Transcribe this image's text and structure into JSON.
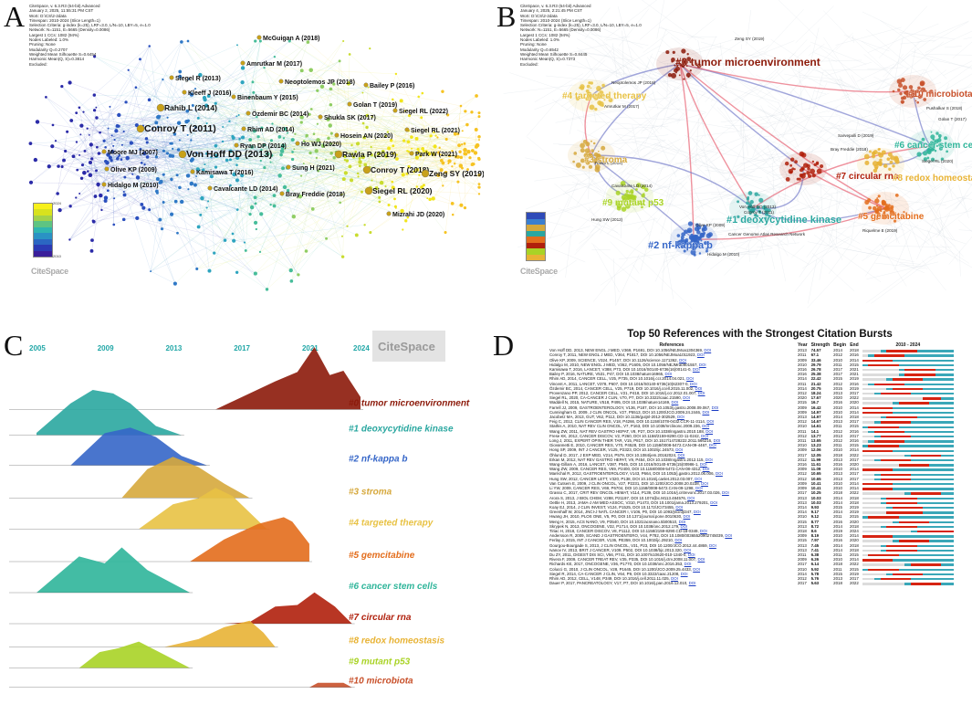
{
  "panels": {
    "a": {
      "label": "A"
    },
    "b": {
      "label": "B"
    },
    "c": {
      "label": "C"
    },
    "d": {
      "label": "D"
    }
  },
  "a_meta": [
    "CiteSpace, v. 6.3.R3 (64-bit) Advanced",
    "January 2, 2025, 11:55:31 PM CST",
    "WoS: D:\\CS\\2-2data",
    "Timespan: 2010-2024 (Slice Length=1)",
    "Selection Criteria: g-index (k=25), LRF=3.0, L/N=10, LBY=5, e=1.0",
    "Network: N=1151, E=5665 (Density=0.0086)",
    "Largest 1 CCs: 1082 (94%)",
    "Nodes Labeled: 1.0%",
    "Pruning: None",
    "Modularity Q=0.2707",
    "Weighted Mean Silhouette S=0.6454",
    "Harmonic Mean(Q, S)=0.3814",
    "Excluded:"
  ],
  "b_meta": [
    "CiteSpace, v. 6.3.R3 (64-bit) Advanced",
    "January 4, 2025, 2:21:45 PM CST",
    "WoS: D:\\CS\\2-2data",
    "Timespan: 2010-2024 (Slice Length=1)",
    "Selection Criteria: g-index (k=25), LRF=3.0, L/N=10, LBY=5, e=1.0",
    "Network: N=1151, E=5665 (Density=0.0086)",
    "Largest 1 CCs: 1082 (94%)",
    "Nodes Labeled: 1.0%",
    "Pruning: None",
    "Modularity Q=0.6542",
    "Weighted Mean Silhouette S=0.8445",
    "Harmonic Mean(Q, S)=0.7373",
    "Excluded:"
  ],
  "a_nodes": [
    {
      "label": "McGuigan A (2018)"
    },
    {
      "label": "Amrutkar M (2017)"
    },
    {
      "label": "Siegel R (2013)"
    },
    {
      "label": "Neoptolemos JP (2018)"
    },
    {
      "label": "Bailey P (2016)"
    },
    {
      "label": "Kleeff J (2016)"
    },
    {
      "label": "Binenbaum Y (2015)"
    },
    {
      "label": "Rahib L (2014)"
    },
    {
      "label": "Özdemir BC (2014)"
    },
    {
      "label": "Golan T (2019)"
    },
    {
      "label": "Siegel RL (2022)"
    },
    {
      "label": "Shukla SK (2017)"
    },
    {
      "label": "Rhim AD (2014)"
    },
    {
      "label": "Hosein AN (2020)"
    },
    {
      "label": "Siegel RL (2021)"
    },
    {
      "label": "Conroy T (2011)"
    },
    {
      "label": "Ryan DP (2014)"
    },
    {
      "label": "Ho WJ (2020)"
    },
    {
      "label": "Von Hoff DD (2013)"
    },
    {
      "label": "Moore MJ (2007)"
    },
    {
      "label": "Rawla P (2019)"
    },
    {
      "label": "Park W (2021)"
    },
    {
      "label": "Olive KP (2009)"
    },
    {
      "label": "Kamisawa T (2016)"
    },
    {
      "label": "Sung H (2021)"
    },
    {
      "label": "Conroy T (2018)"
    },
    {
      "label": "Zeng SY (2019)"
    },
    {
      "label": "Hidalgo M (2010)"
    },
    {
      "label": "Cavalcante LD (2014)"
    },
    {
      "label": "Bray Freddie (2018)"
    },
    {
      "label": "Siegel RL (2020)"
    },
    {
      "label": "Mizrahi JD (2020)"
    }
  ],
  "a_legend_years": [
    "2024",
    "2010"
  ],
  "b_clusters": [
    {
      "label": "#0 tumor microenvironment",
      "color": "#8c1a0a"
    },
    {
      "label": "#1 deoxycytidine kinase",
      "color": "#2aa7a0"
    },
    {
      "label": "#2 nf-kappa b",
      "color": "#3566c8"
    },
    {
      "label": "#3 stroma",
      "color": "#d6a83c"
    },
    {
      "label": "#4 targeted therapy",
      "color": "#e8c244"
    },
    {
      "label": "#5 gemcitabine",
      "color": "#e36d1c"
    },
    {
      "label": "#6 cancer stem cells",
      "color": "#2fb59a"
    },
    {
      "label": "#7 circular rna",
      "color": "#b0200c"
    },
    {
      "label": "#8 redox homeostasis",
      "color": "#e8b335"
    },
    {
      "label": "#9 mutant p53",
      "color": "#a9d326"
    },
    {
      "label": "#10 microbiota",
      "color": "#c8502a"
    }
  ],
  "b_small_labels": [
    "Zeng SY (2019)",
    "Neoptolemos JP (2018)",
    "Amrutkar M (2017)",
    "Pushalkar S (2018)",
    "Golan T (2017)",
    "Rahib L (2014)",
    "Sarvepalli D (2019)",
    "Bray Freddie (2018)",
    "Cavalcante LD (2014)",
    "Hung SW (2012)",
    "Von Hoff DD (2013)",
    "Conroy T (2011)",
    "Olive KP (2009)",
    "Hidalgo M (2010)",
    "Riquelme E (2019)",
    "Cancer Genome Atlas Research Network",
    "Siegel RL (2020)"
  ],
  "c": {
    "years": [
      "2005",
      "2009",
      "2013",
      "2017",
      "2021",
      "2024"
    ],
    "logo": "CiteSpace"
  },
  "d": {
    "title": "Top 50 References with the Strongest Citation Bursts",
    "headers": {
      "references": "References",
      "year": "Year",
      "strength": "Strength",
      "begin": "Begin",
      "end": "End",
      "range": "2010 - 2024"
    },
    "timeline_start": 2010,
    "timeline_end": 2024,
    "rows": [
      {
        "ref": "Von Hoff DD, 2013, NEW ENGL J MED, V369, P1691, DOI 10.1056/NEJMoa1304369,",
        "year": 2013,
        "strength": "74.57",
        "begin": 2014,
        "end": 2018
      },
      {
        "ref": "Conroy T, 2011, NEW ENGL J MED, V364, P1817, DOI 10.1056/NEJMoa1011923,",
        "year": 2011,
        "strength": "67.1",
        "begin": 2012,
        "end": 2016
      },
      {
        "ref": "Olive KP, 2009, SCIENCE, V324, P1457, DOI 10.1126/science.1171362,",
        "year": 2009,
        "strength": "33.46",
        "begin": 2010,
        "end": 2014
      },
      {
        "ref": "Hidalgo M, 2010, NEW ENGL J MED, V362, P1605, DOI 10.1056/NEJMra0901557,",
        "year": 2010,
        "strength": "29.79",
        "begin": 2011,
        "end": 2015
      },
      {
        "ref": "Kamisawa T, 2016, LANCET, V388, P73, DOI 10.1016/S0140-6736(16)00141-0,",
        "year": 2016,
        "strength": "26.78",
        "begin": 2017,
        "end": 2021
      },
      {
        "ref": "Bailey P, 2016, NATURE, V531, P47, DOI 10.1038/nature16965,",
        "year": 2016,
        "strength": "25.38",
        "begin": 2017,
        "end": 2021
      },
      {
        "ref": "Rhim AD, 2014, CANCER CELL, V25, P735, DOI 10.1016/j.ccr.2014.04.021,",
        "year": 2014,
        "strength": "22.42",
        "begin": 2015,
        "end": 2019
      },
      {
        "ref": "Vincent A, 2011, LANCET, V378, P607, DOI 10.1016/S0140-6736(10)62307-0,",
        "year": 2011,
        "strength": "21.42",
        "begin": 2012,
        "end": 2016
      },
      {
        "ref": "Özdemir BC, 2014, CANCER CELL, V25, P719, DOI 10.1016/j.ccell.2015.11.002,",
        "year": 2014,
        "strength": "20.75",
        "begin": 2015,
        "end": 2019
      },
      {
        "ref": "Provenzano PP, 2012, CANCER CELL, V21, P418, DOI 10.1016/j.ccr.2012.01.007,",
        "year": 2012,
        "strength": "18.24",
        "begin": 2013,
        "end": 2017
      },
      {
        "ref": "Siegel RL, 2020, CA-CANCER J CLIN, V70, P7, DOI 10.3322/caac.21590,",
        "year": 2020,
        "strength": "17.67",
        "begin": 2020,
        "end": 2022
      },
      {
        "ref": "Waddell N, 2015, NATURE, V518, P495, DOI 10.1038/nature14169,",
        "year": 2015,
        "strength": "16.7",
        "begin": 2016,
        "end": 2020
      },
      {
        "ref": "Farrell JJ, 2009, GASTROENTEROLOGY, V136, P187, DOI 10.1053/j.gastro.2008.09.067,",
        "year": 2009,
        "strength": "16.42",
        "begin": 2010,
        "end": 2014
      },
      {
        "ref": "Cunningham D, 2009, J CLIN ONCOL, V27, P5513, DOI 10.1200/JCO.2009.24.2446,",
        "year": 2009,
        "strength": "14.97",
        "begin": 2010,
        "end": 2014
      },
      {
        "ref": "Jacobetz MA, 2013, GUT, V62, P112, DOI 10.1136/gutjnl-2012-302529,",
        "year": 2013,
        "strength": "14.97",
        "begin": 2014,
        "end": 2018
      },
      {
        "ref": "Feig C, 2012, CLIN CANCER RES, V18, P4266, DOI 10.1158/1078-0432.CCR-11-3114,",
        "year": 2012,
        "strength": "14.67",
        "begin": 2013,
        "end": 2017
      },
      {
        "ref": "Stathis A, 2010, NAT REV CLIN ONCOL, V7, P163, DOI 10.1038/nrclinonc.2009.236,",
        "year": 2010,
        "strength": "14.61",
        "begin": 2011,
        "end": 2015
      },
      {
        "ref": "Wang ZW, 2011, NAT REV GASTRO HEPAT, V8, P27, DOI 10.1038/nrgastro.2010.188,",
        "year": 2011,
        "strength": "14.1",
        "begin": 2012,
        "end": 2016
      },
      {
        "ref": "Frese KK, 2012, CANCER DISCOV, V2, P260, DOI 10.1158/2159-8290.CD-11-0242,",
        "year": 2012,
        "strength": "13.77",
        "begin": 2013,
        "end": 2017
      },
      {
        "ref": "Long J, 2011, EXPERT OPIN THER TAR, V15, P817, DOI 10.1517/14728222.2011.566216,",
        "year": 2011,
        "strength": "13.65",
        "begin": 2012,
        "end": 2016
      },
      {
        "ref": "Giovannetti E, 2010, CANCER RES, V70, P4528, DOI 10.1158/0008-5472.CAN-09-4467,",
        "year": 2010,
        "strength": "13.23",
        "begin": 2011,
        "end": 2015
      },
      {
        "ref": "Hong SP, 2009, INT J CANCER, V125, P2323, DOI 10.1002/ijc.24573,",
        "year": 2009,
        "strength": "12.06",
        "begin": 2010,
        "end": 2014
      },
      {
        "ref": "Öhlund D, 2017, J EXP MED, V214, P579, DOI 10.1084/jem.20162024,",
        "year": 2017,
        "strength": "12.05",
        "begin": 2018,
        "end": 2022
      },
      {
        "ref": "Erkan M, 2012, NAT REV GASTRO HEPAT, V9, P454, DOI 10.1038/nrgastro.2012.115,",
        "year": 2012,
        "strength": "11.99",
        "begin": 2013,
        "end": 2017
      },
      {
        "ref": "Wang-Gillam A, 2016, LANCET, V387, P545, DOI 10.1016/S0140-6736(15)00986-1,",
        "year": 2016,
        "strength": "11.61",
        "begin": 2016,
        "end": 2020
      },
      {
        "ref": "Wang ZW, 2009, CANCER RES, V69, P2400, DOI 10.1158/0008-5472.CAN-08-4312,",
        "year": 2009,
        "strength": "11.09",
        "begin": 2010,
        "end": 2014
      },
      {
        "ref": "Maréchal R, 2012, GASTROENTEROLOGY, V143, P664, DOI 10.1053/j.gastro.2012.06.006,",
        "year": 2012,
        "strength": "10.65",
        "begin": 2013,
        "end": 2017
      },
      {
        "ref": "Hung SW, 2012, CANCER LETT, V320, P138, DOI 10.1016/j.canlet.2012.03.007,",
        "year": 2012,
        "strength": "10.65",
        "begin": 2013,
        "end": 2017
      },
      {
        "ref": "Van Cutsem E, 2009, J CLIN ONCOL, V27, P2231, DOI 10.1200/JCO.2008.20.0238,",
        "year": 2009,
        "strength": "10.41",
        "begin": 2010,
        "end": 2014
      },
      {
        "ref": "Li YW, 2009, CANCER RES, V69, P6704, DOI 10.1158/0008-5472.CAN-09-1298,",
        "year": 2009,
        "strength": "10.41",
        "begin": 2010,
        "end": 2014
      },
      {
        "ref": "Grasso C, 2017, CRIT REV ONCOL HEMAT, V114, P139, DOI 10.1016/j.critrevonc.2017.03.026,",
        "year": 2017,
        "strength": "10.25",
        "begin": 2018,
        "end": 2022
      },
      {
        "ref": "Arora S, 2013, J BIOL CHEM, V288, P21197, DOI 10.1074/jbc.M113.484576,",
        "year": 2013,
        "strength": "10.03",
        "begin": 2014,
        "end": 2018
      },
      {
        "ref": "Oettle H, 2013, JAMA-J AM MED ASSOC, V310, P1473, DOI 10.1001/jama.2013.279201,",
        "year": 2013,
        "strength": "10.03",
        "begin": 2014,
        "end": 2018
      },
      {
        "ref": "Koay EJ, 2014, J CLIN INVEST, V124, P1525, DOI 10.1172/JCI73455,",
        "year": 2014,
        "strength": "9.93",
        "begin": 2015,
        "end": 2019
      },
      {
        "ref": "Greenhalf W, 2014, JNCI-J NATL CANCER I, V106, P0, DOI 10.1093/jnci/djt347,",
        "year": 2014,
        "strength": "9.17",
        "begin": 2014,
        "end": 2019
      },
      {
        "ref": "Hwang JH, 2010, PLOS ONE, V5, P0, DOI 10.1371/journal.pone.0010630,",
        "year": 2010,
        "strength": "9.12",
        "begin": 2011,
        "end": 2015
      },
      {
        "ref": "Meng H, 2015, ACS NANO, V9, P3540, DOI 10.1021/acsnano.5b00510,",
        "year": 2015,
        "strength": "8.77",
        "begin": 2016,
        "end": 2020
      },
      {
        "ref": "Skrypek N, 2013, ONCOGENE, V32, P1714, DOI 10.1038/onc.2012.179,",
        "year": 2013,
        "strength": "8.72",
        "begin": 2014,
        "end": 2018
      },
      {
        "ref": "Tiriac H, 2018, CANCER DISCOV, V8, P1112, DOI 10.1158/2159-8290.CD-18-0349,",
        "year": 2018,
        "strength": "8.6",
        "begin": 2019,
        "end": 2024
      },
      {
        "ref": "Andersson R, 2009, SCAND J GASTROENTERO, V44, P782, DOI 10.1080/00365520902745039,",
        "year": 2009,
        "strength": "8.19",
        "begin": 2010,
        "end": 2014
      },
      {
        "ref": "Ferlay J, 2015, INT J CANCER, V136, PE359, DOI 10.1002/ijc.29210,",
        "year": 2015,
        "strength": "7.97",
        "begin": 2016,
        "end": 2020
      },
      {
        "ref": "Gourgou-Bourgade S, 2013, J CLIN ONCOL, V31, P23, DOI 10.1200/JCO.2012.44.4869,",
        "year": 2013,
        "strength": "7.45",
        "begin": 2014,
        "end": 2018
      },
      {
        "ref": "Ivanov IV, 2013, BRIT J CANCER, V109, P502, DOI 10.1038/bjc.2013.320,",
        "year": 2013,
        "strength": "7.41",
        "begin": 2014,
        "end": 2018
      },
      {
        "ref": "Du ZY, 2011, DIGEST DIS SCI, V56, P741, DOI 10.1007/s10620-010-1340-0,",
        "year": 2011,
        "strength": "6.38",
        "begin": 2011,
        "end": 2015
      },
      {
        "ref": "Rivera F, 2009, CANCER TREAT REV, V35, P335, DOI 10.1016/j.ctrv.2008.11.007,",
        "year": 2009,
        "strength": "6.26",
        "begin": 2010,
        "end": 2014
      },
      {
        "ref": "Richards KE, 2017, ONCOGENE, V36, P1770, DOI 10.1038/onc.2016.353,",
        "year": 2017,
        "strength": "6.14",
        "begin": 2018,
        "end": 2022
      },
      {
        "ref": "Colucci G, 2010, J CLIN ONCOL, V28, P1645, DOI 10.1200/JCO.2009.25.4433,",
        "year": 2010,
        "strength": "5.92",
        "begin": 2011,
        "end": 2015
      },
      {
        "ref": "Siegel R, 2014, CA-CANCER J CLIN, V64, P9, DOI 10.3322/caac.21208,",
        "year": 2014,
        "strength": "5.78",
        "begin": 2015,
        "end": 2019
      },
      {
        "ref": "Rhim AD, 2012, CELL, V148, P349, DOI 10.1016/j.cell.2011.11.025,",
        "year": 2012,
        "strength": "5.76",
        "begin": 2013,
        "end": 2017
      },
      {
        "ref": "Dauer P, 2017, PANCREATOLOGY, V17, P7, DOI 10.1016/j.pan.2016.12.010,",
        "year": 2017,
        "strength": "5.63",
        "begin": 2018,
        "end": 2022
      }
    ]
  }
}
